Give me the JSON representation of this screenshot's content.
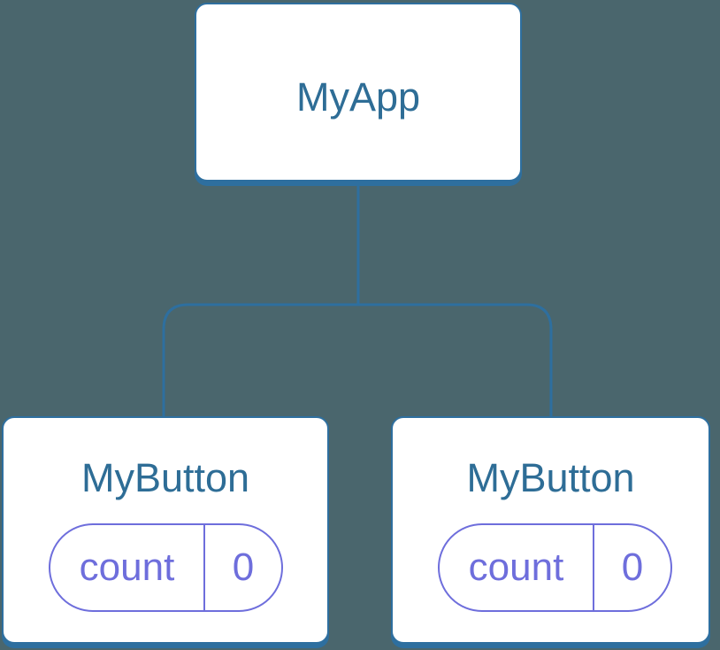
{
  "diagram": {
    "background_color": "#4a666d",
    "line_color": "#2e6f9f",
    "state_color": "#6e6edc",
    "root": {
      "label": "MyApp"
    },
    "children": [
      {
        "label": "MyButton",
        "state": {
          "name": "count",
          "value": "0"
        }
      },
      {
        "label": "MyButton",
        "state": {
          "name": "count",
          "value": "0"
        }
      }
    ]
  }
}
